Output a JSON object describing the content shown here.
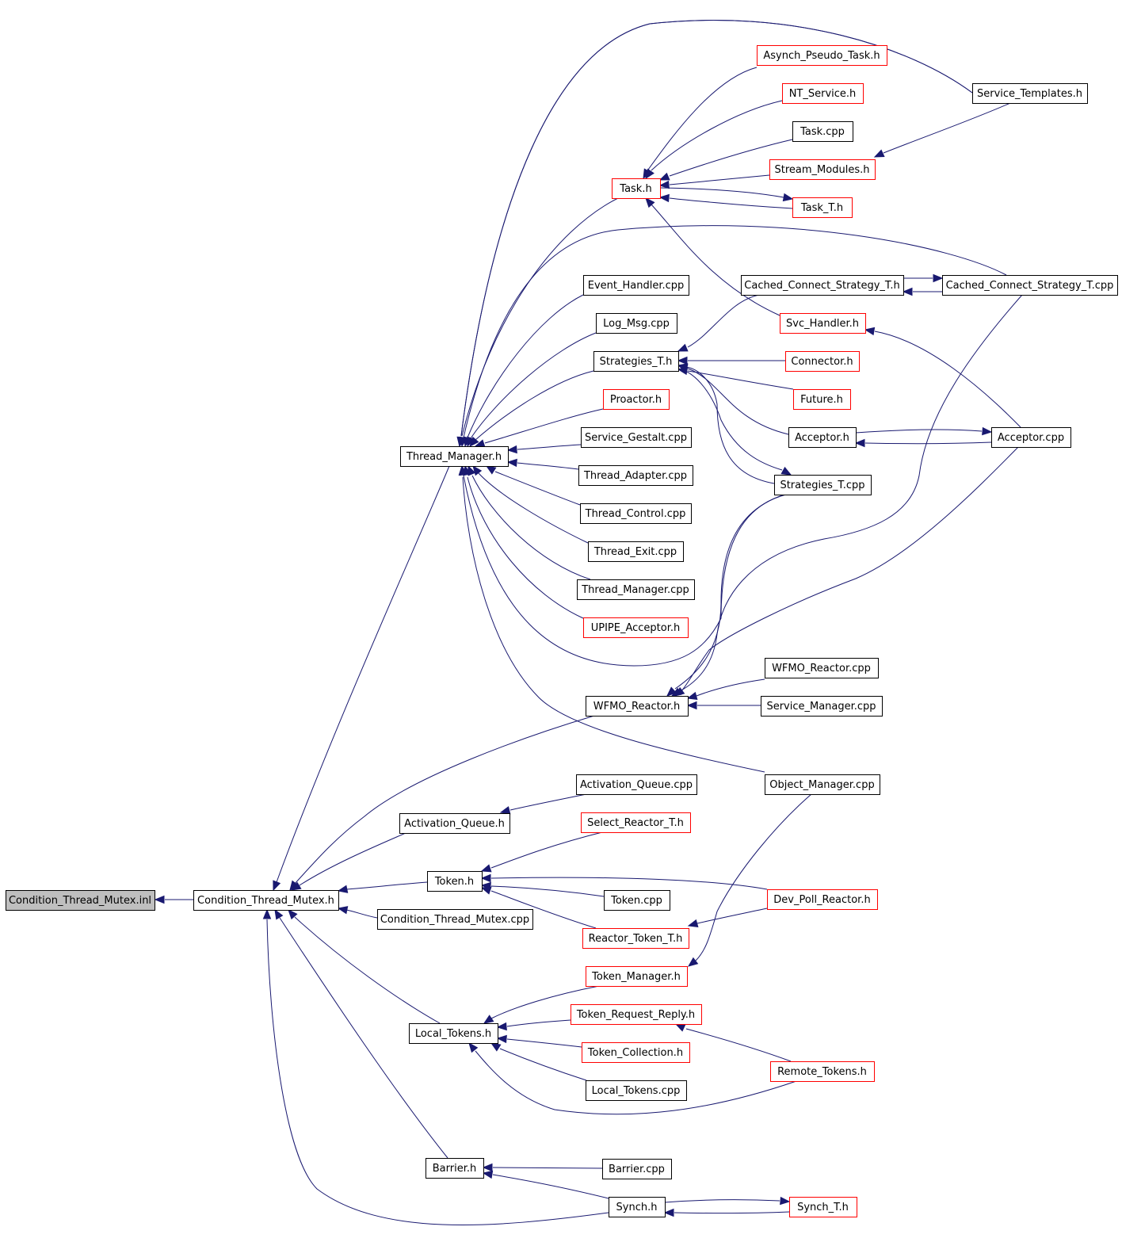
{
  "colors": {
    "edge": "#191970",
    "border_default": "#000000",
    "border_truncated": "#ff0000",
    "fill_root": "#bfbfbf",
    "fill_default": "#ffffff"
  },
  "nodes": [
    {
      "id": "root",
      "label": "Condition_Thread_Mutex.inl",
      "style": "root"
    },
    {
      "id": "ctm_h",
      "label": "Condition_Thread_Mutex.h",
      "style": "normal"
    },
    {
      "id": "thread_manager_h",
      "label": "Thread_Manager.h",
      "style": "normal"
    },
    {
      "id": "task_h",
      "label": "Task.h",
      "style": "truncated"
    },
    {
      "id": "asynch_pseudo_task_h",
      "label": "Asynch_Pseudo_Task.h",
      "style": "truncated"
    },
    {
      "id": "nt_service_h",
      "label": "NT_Service.h",
      "style": "truncated"
    },
    {
      "id": "task_cpp",
      "label": "Task.cpp",
      "style": "normal"
    },
    {
      "id": "stream_modules_h",
      "label": "Stream_Modules.h",
      "style": "truncated"
    },
    {
      "id": "task_t_h",
      "label": "Task_T.h",
      "style": "truncated"
    },
    {
      "id": "service_templates_h",
      "label": "Service_Templates.h",
      "style": "normal"
    },
    {
      "id": "cached_connect_strategy_t_h",
      "label": "Cached_Connect_Strategy_T.h",
      "style": "normal"
    },
    {
      "id": "cached_connect_strategy_t_cpp",
      "label": "Cached_Connect_Strategy_T.cpp",
      "style": "normal"
    },
    {
      "id": "event_handler_cpp",
      "label": "Event_Handler.cpp",
      "style": "normal"
    },
    {
      "id": "log_msg_cpp",
      "label": "Log_Msg.cpp",
      "style": "normal"
    },
    {
      "id": "svc_handler_h",
      "label": "Svc_Handler.h",
      "style": "truncated"
    },
    {
      "id": "strategies_t_h",
      "label": "Strategies_T.h",
      "style": "normal"
    },
    {
      "id": "connector_h",
      "label": "Connector.h",
      "style": "truncated"
    },
    {
      "id": "future_h",
      "label": "Future.h",
      "style": "truncated"
    },
    {
      "id": "proactor_h",
      "label": "Proactor.h",
      "style": "truncated"
    },
    {
      "id": "acceptor_h",
      "label": "Acceptor.h",
      "style": "normal"
    },
    {
      "id": "acceptor_cpp",
      "label": "Acceptor.cpp",
      "style": "normal"
    },
    {
      "id": "service_gestalt_cpp",
      "label": "Service_Gestalt.cpp",
      "style": "normal"
    },
    {
      "id": "strategies_t_cpp",
      "label": "Strategies_T.cpp",
      "style": "normal"
    },
    {
      "id": "thread_adapter_cpp",
      "label": "Thread_Adapter.cpp",
      "style": "normal"
    },
    {
      "id": "thread_control_cpp",
      "label": "Thread_Control.cpp",
      "style": "normal"
    },
    {
      "id": "thread_exit_cpp",
      "label": "Thread_Exit.cpp",
      "style": "normal"
    },
    {
      "id": "thread_manager_cpp",
      "label": "Thread_Manager.cpp",
      "style": "normal"
    },
    {
      "id": "upipe_acceptor_h",
      "label": "UPIPE_Acceptor.h",
      "style": "truncated"
    },
    {
      "id": "wfmo_reactor_cpp",
      "label": "WFMO_Reactor.cpp",
      "style": "normal"
    },
    {
      "id": "wfmo_reactor_h",
      "label": "WFMO_Reactor.h",
      "style": "normal"
    },
    {
      "id": "service_manager_cpp",
      "label": "Service_Manager.cpp",
      "style": "normal"
    },
    {
      "id": "activation_queue_cpp",
      "label": "Activation_Queue.cpp",
      "style": "normal"
    },
    {
      "id": "object_manager_cpp",
      "label": "Object_Manager.cpp",
      "style": "normal"
    },
    {
      "id": "activation_queue_h",
      "label": "Activation_Queue.h",
      "style": "normal"
    },
    {
      "id": "select_reactor_t_h",
      "label": "Select_Reactor_T.h",
      "style": "truncated"
    },
    {
      "id": "token_h",
      "label": "Token.h",
      "style": "normal"
    },
    {
      "id": "token_cpp",
      "label": "Token.cpp",
      "style": "normal"
    },
    {
      "id": "dev_poll_reactor_h",
      "label": "Dev_Poll_Reactor.h",
      "style": "truncated"
    },
    {
      "id": "ctm_cpp",
      "label": "Condition_Thread_Mutex.cpp",
      "style": "normal"
    },
    {
      "id": "reactor_token_t_h",
      "label": "Reactor_Token_T.h",
      "style": "truncated"
    },
    {
      "id": "token_manager_h",
      "label": "Token_Manager.h",
      "style": "truncated"
    },
    {
      "id": "token_request_reply_h",
      "label": "Token_Request_Reply.h",
      "style": "truncated"
    },
    {
      "id": "local_tokens_h",
      "label": "Local_Tokens.h",
      "style": "normal"
    },
    {
      "id": "token_collection_h",
      "label": "Token_Collection.h",
      "style": "truncated"
    },
    {
      "id": "remote_tokens_h",
      "label": "Remote_Tokens.h",
      "style": "truncated"
    },
    {
      "id": "local_tokens_cpp",
      "label": "Local_Tokens.cpp",
      "style": "normal"
    },
    {
      "id": "barrier_h",
      "label": "Barrier.h",
      "style": "normal"
    },
    {
      "id": "barrier_cpp",
      "label": "Barrier.cpp",
      "style": "normal"
    },
    {
      "id": "synch_h",
      "label": "Synch.h",
      "style": "normal"
    },
    {
      "id": "synch_t_h",
      "label": "Synch_T.h",
      "style": "truncated"
    }
  ],
  "edges": [
    {
      "from": "ctm_h",
      "to": "root"
    },
    {
      "from": "thread_manager_h",
      "to": "ctm_h"
    },
    {
      "from": "wfmo_reactor_h",
      "to": "ctm_h"
    },
    {
      "from": "activation_queue_h",
      "to": "ctm_h"
    },
    {
      "from": "token_h",
      "to": "ctm_h"
    },
    {
      "from": "ctm_cpp",
      "to": "ctm_h"
    },
    {
      "from": "local_tokens_h",
      "to": "ctm_h"
    },
    {
      "from": "barrier_h",
      "to": "ctm_h"
    },
    {
      "from": "synch_h",
      "to": "ctm_h"
    },
    {
      "from": "task_h",
      "to": "thread_manager_h"
    },
    {
      "from": "asynch_pseudo_task_h",
      "to": "thread_manager_h"
    },
    {
      "from": "service_templates_h",
      "to": "thread_manager_h"
    },
    {
      "from": "cached_connect_strategy_t_cpp",
      "to": "thread_manager_h"
    },
    {
      "from": "event_handler_cpp",
      "to": "thread_manager_h"
    },
    {
      "from": "log_msg_cpp",
      "to": "thread_manager_h"
    },
    {
      "from": "strategies_t_h",
      "to": "thread_manager_h"
    },
    {
      "from": "proactor_h",
      "to": "thread_manager_h"
    },
    {
      "from": "service_gestalt_cpp",
      "to": "thread_manager_h"
    },
    {
      "from": "thread_adapter_cpp",
      "to": "thread_manager_h"
    },
    {
      "from": "thread_control_cpp",
      "to": "thread_manager_h"
    },
    {
      "from": "thread_exit_cpp",
      "to": "thread_manager_h"
    },
    {
      "from": "thread_manager_cpp",
      "to": "thread_manager_h"
    },
    {
      "from": "upipe_acceptor_h",
      "to": "thread_manager_h"
    },
    {
      "from": "object_manager_cpp",
      "to": "thread_manager_h"
    },
    {
      "from": "strategies_t_cpp",
      "to": "thread_manager_h"
    },
    {
      "from": "asynch_pseudo_task_h",
      "to": "task_h"
    },
    {
      "from": "nt_service_h",
      "to": "task_h"
    },
    {
      "from": "task_cpp",
      "to": "task_h"
    },
    {
      "from": "stream_modules_h",
      "to": "task_h"
    },
    {
      "from": "task_t_h",
      "to": "task_h"
    },
    {
      "from": "task_h",
      "to": "task_t_h"
    },
    {
      "from": "svc_handler_h",
      "to": "task_h"
    },
    {
      "from": "service_templates_h",
      "to": "stream_modules_h"
    },
    {
      "from": "cached_connect_strategy_t_cpp",
      "to": "cached_connect_strategy_t_h"
    },
    {
      "from": "cached_connect_strategy_t_h",
      "to": "cached_connect_strategy_t_cpp"
    },
    {
      "from": "cached_connect_strategy_t_h",
      "to": "strategies_t_h"
    },
    {
      "from": "connector_h",
      "to": "strategies_t_h"
    },
    {
      "from": "future_h",
      "to": "strategies_t_h"
    },
    {
      "from": "acceptor_h",
      "to": "strategies_t_h"
    },
    {
      "from": "strategies_t_cpp",
      "to": "strategies_t_h"
    },
    {
      "from": "strategies_t_h",
      "to": "strategies_t_cpp"
    },
    {
      "from": "acceptor_cpp",
      "to": "svc_handler_h"
    },
    {
      "from": "acceptor_h",
      "to": "acceptor_cpp"
    },
    {
      "from": "acceptor_cpp",
      "to": "acceptor_h"
    },
    {
      "from": "wfmo_reactor_cpp",
      "to": "wfmo_reactor_h"
    },
    {
      "from": "service_manager_cpp",
      "to": "wfmo_reactor_h"
    },
    {
      "from": "strategies_t_cpp",
      "to": "wfmo_reactor_h"
    },
    {
      "from": "cached_connect_strategy_t_cpp",
      "to": "wfmo_reactor_h"
    },
    {
      "from": "acceptor_cpp",
      "to": "wfmo_reactor_h"
    },
    {
      "from": "activation_queue_cpp",
      "to": "activation_queue_h"
    },
    {
      "from": "select_reactor_t_h",
      "to": "token_h"
    },
    {
      "from": "token_cpp",
      "to": "token_h"
    },
    {
      "from": "dev_poll_reactor_h",
      "to": "token_h"
    },
    {
      "from": "reactor_token_t_h",
      "to": "token_h"
    },
    {
      "from": "dev_poll_reactor_h",
      "to": "reactor_token_t_h"
    },
    {
      "from": "object_manager_cpp",
      "to": "token_manager_h"
    },
    {
      "from": "token_manager_h",
      "to": "local_tokens_h"
    },
    {
      "from": "token_request_reply_h",
      "to": "local_tokens_h"
    },
    {
      "from": "token_collection_h",
      "to": "local_tokens_h"
    },
    {
      "from": "local_tokens_cpp",
      "to": "local_tokens_h"
    },
    {
      "from": "remote_tokens_h",
      "to": "local_tokens_h"
    },
    {
      "from": "remote_tokens_h",
      "to": "token_request_reply_h"
    },
    {
      "from": "barrier_cpp",
      "to": "barrier_h"
    },
    {
      "from": "synch_h",
      "to": "barrier_h"
    },
    {
      "from": "synch_h",
      "to": "synch_t_h"
    },
    {
      "from": "synch_t_h",
      "to": "synch_h"
    }
  ]
}
